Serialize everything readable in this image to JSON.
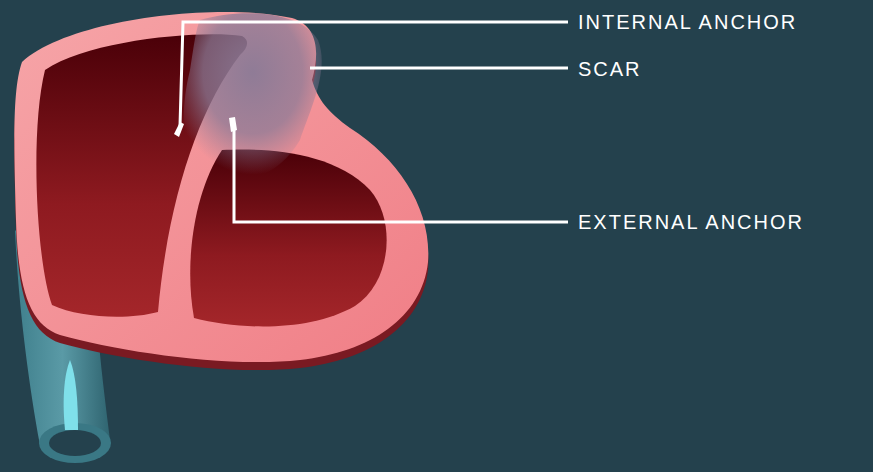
{
  "diagram": {
    "labels": [
      "INTERNAL ANCHOR",
      "SCAR",
      "EXTERNAL ANCHOR"
    ]
  }
}
